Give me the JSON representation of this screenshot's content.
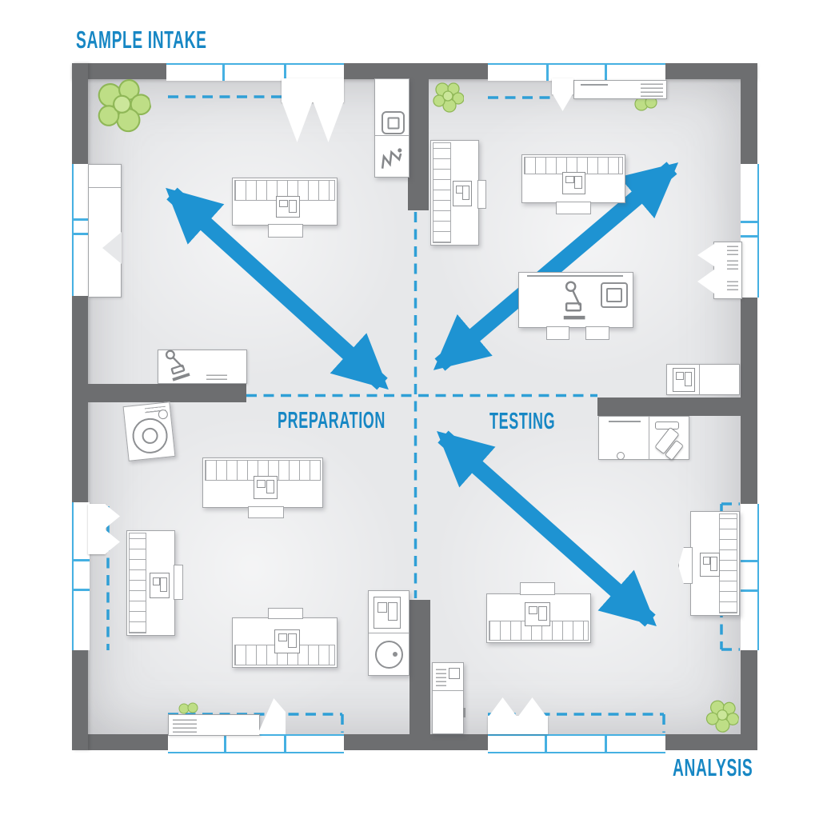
{
  "rooms": {
    "sample_intake": {
      "label": "SAMPLE INTAKE",
      "position": "top-left",
      "equipment": [
        "lab-bench-with-grid",
        "microscope-bench",
        "wall-cabinet-with-monitor",
        "corner-plant"
      ]
    },
    "preparation": {
      "label": "PREPARATION",
      "position": "bottom-left",
      "equipment": [
        "centrifuge",
        "lab-bench-with-grid",
        "vertical-lab-bench",
        "lower-lab-bench-with-grid",
        "sink-unit",
        "wall-bench",
        "plant-dots"
      ]
    },
    "testing": {
      "label": "TESTING",
      "position": "top-right",
      "equipment": [
        "vertical-lab-bench",
        "lab-bench-with-grid",
        "microscope-computer-bench",
        "wall-bench",
        "window-bench",
        "corner-plants"
      ]
    },
    "analysis": {
      "label": "ANALYSIS",
      "position": "bottom-right",
      "equipment": [
        "wall-bench-with-instrument",
        "window-bench-with-grid",
        "lab-bench-with-grid",
        "refrigerator",
        "corner-plant"
      ]
    }
  },
  "workflow_arrows": [
    {
      "id": "arrow-1",
      "between": [
        "sample_intake",
        "center"
      ],
      "type": "double-headed"
    },
    {
      "id": "arrow-2",
      "between": [
        "center",
        "testing"
      ],
      "type": "double-headed"
    },
    {
      "id": "arrow-3",
      "between": [
        "center",
        "analysis"
      ],
      "type": "double-headed"
    }
  ],
  "colors": {
    "accent_blue": "#1e93d2",
    "dashed_blue": "#2f9fd6",
    "label_blue": "#1787c4",
    "wall_gray": "#6d6e70",
    "floor_gray": "#e7e8ea",
    "window_blue": "#45b0e2",
    "plant_green": "#bede86",
    "furniture_outline": "#a2a4a7"
  }
}
